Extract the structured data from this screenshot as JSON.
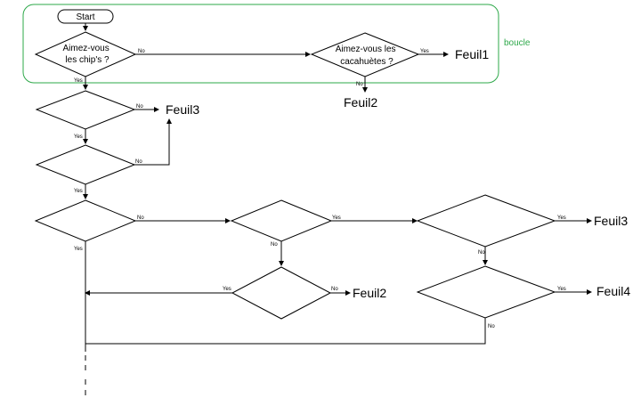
{
  "start_label": "Start",
  "group_label": "boucle",
  "decisions": {
    "chips": "Aimez-vous les chip's ?",
    "cacahuetes": "Aimez-vous les cacahuètes ?"
  },
  "outputs": {
    "feuil1": "Feuil1",
    "feuil2_top": "Feuil2",
    "feuil3_left": "Feuil3",
    "feuil3_right": "Feuil3",
    "feuil2_bottom": "Feuil2",
    "feuil4": "Feuil4"
  },
  "edge_labels": {
    "yes": "Yes",
    "no": "No"
  },
  "colors": {
    "group_border": "#2ea84a",
    "group_label": "#2ea84a",
    "stroke": "#000000"
  }
}
